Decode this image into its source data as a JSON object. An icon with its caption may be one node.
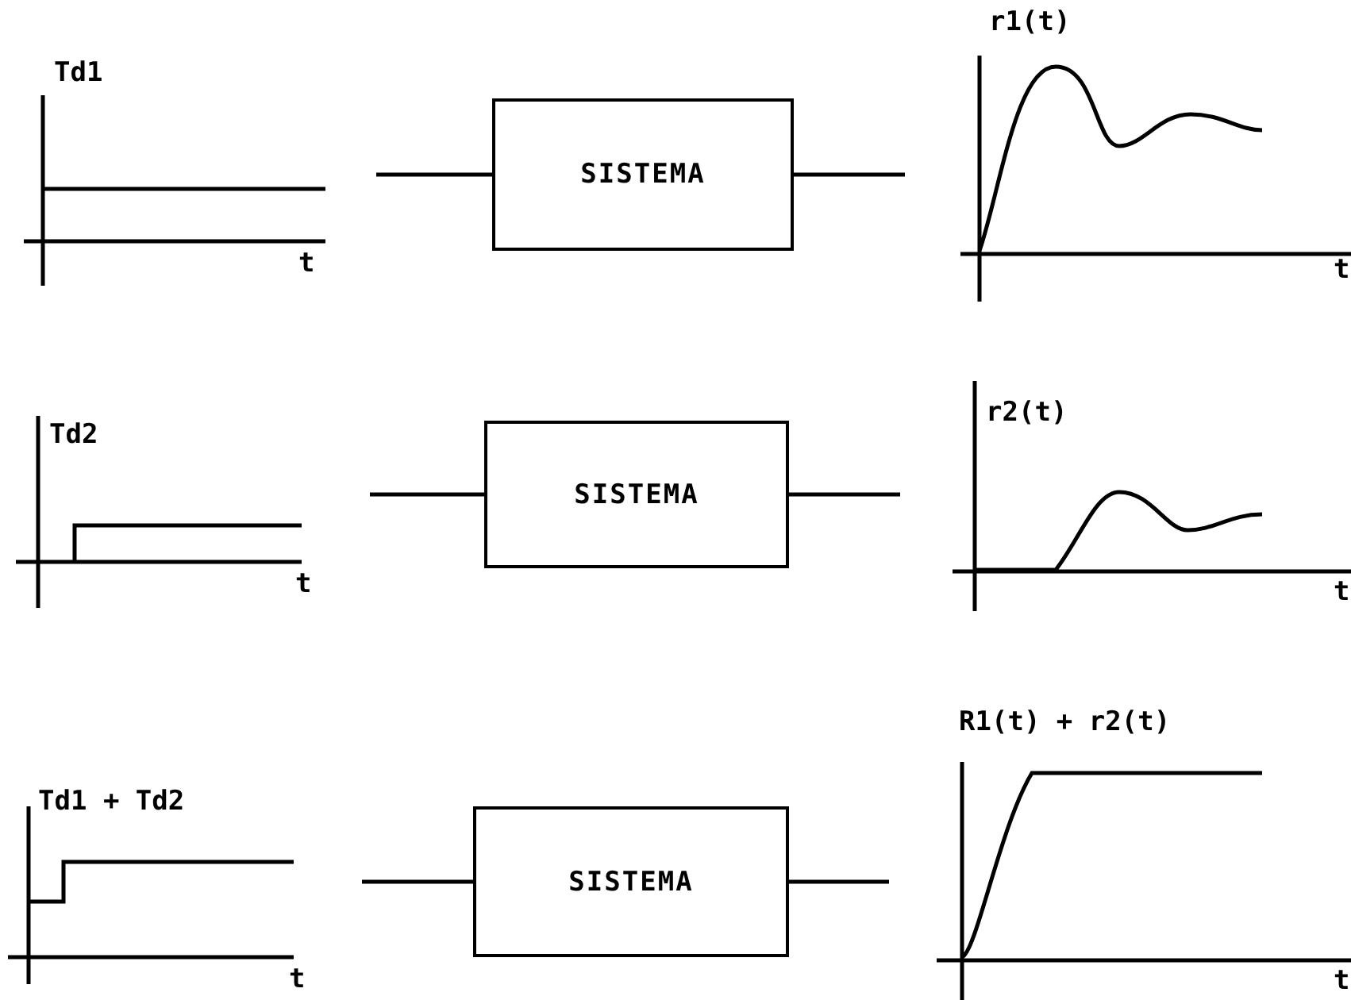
{
  "diagram": {
    "nodes": [
      {
        "text": [
          "SISTEMA"
        ]
      },
      {
        "text": [
          "SISTEMA"
        ]
      },
      {
        "text": [
          "SISTEMA"
        ]
      }
    ],
    "edges": [
      {
        "from": null,
        "to": 0,
        "arrow": "none"
      },
      {
        "from": 0,
        "to": null,
        "arrow": "none"
      },
      {
        "from": null,
        "to": 1,
        "arrow": "none"
      },
      {
        "from": 1,
        "to": null,
        "arrow": "none"
      },
      {
        "from": null,
        "to": 2,
        "arrow": "none"
      },
      {
        "from": 2,
        "to": null,
        "arrow": "none"
      }
    ],
    "labels": [
      "Td1",
      "t",
      "r1(t)",
      "t",
      "Td2",
      "t",
      "r2(t)",
      "t",
      "Td1 + Td2",
      "t",
      "R1(t) + r2(t)",
      "t"
    ]
  }
}
